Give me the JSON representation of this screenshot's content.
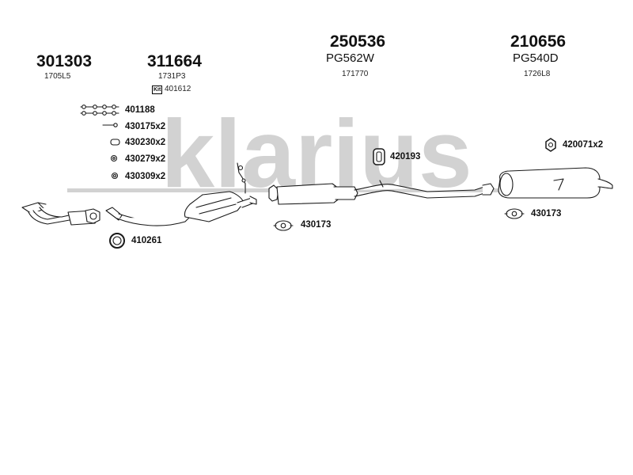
{
  "watermark": "klarius",
  "groups": [
    {
      "main": "301303",
      "ref": "1705L5"
    },
    {
      "main": "311664",
      "ref": "1731P3",
      "kit_badge": "Kit",
      "kit_number": "401612"
    },
    {
      "main": "250536",
      "oem": "PG562W",
      "ref": "171770"
    },
    {
      "main": "210656",
      "oem": "PG540D",
      "ref": "1726L8"
    }
  ],
  "parts": [
    "401188",
    "430175x2",
    "430230x2",
    "430279x2",
    "430309x2",
    "410261",
    "420193",
    "430173",
    "420071x2",
    "430173"
  ],
  "colors": {
    "watermark": "#d2d2d2",
    "line": "#1a1a1a",
    "fill": "#ffffff"
  }
}
